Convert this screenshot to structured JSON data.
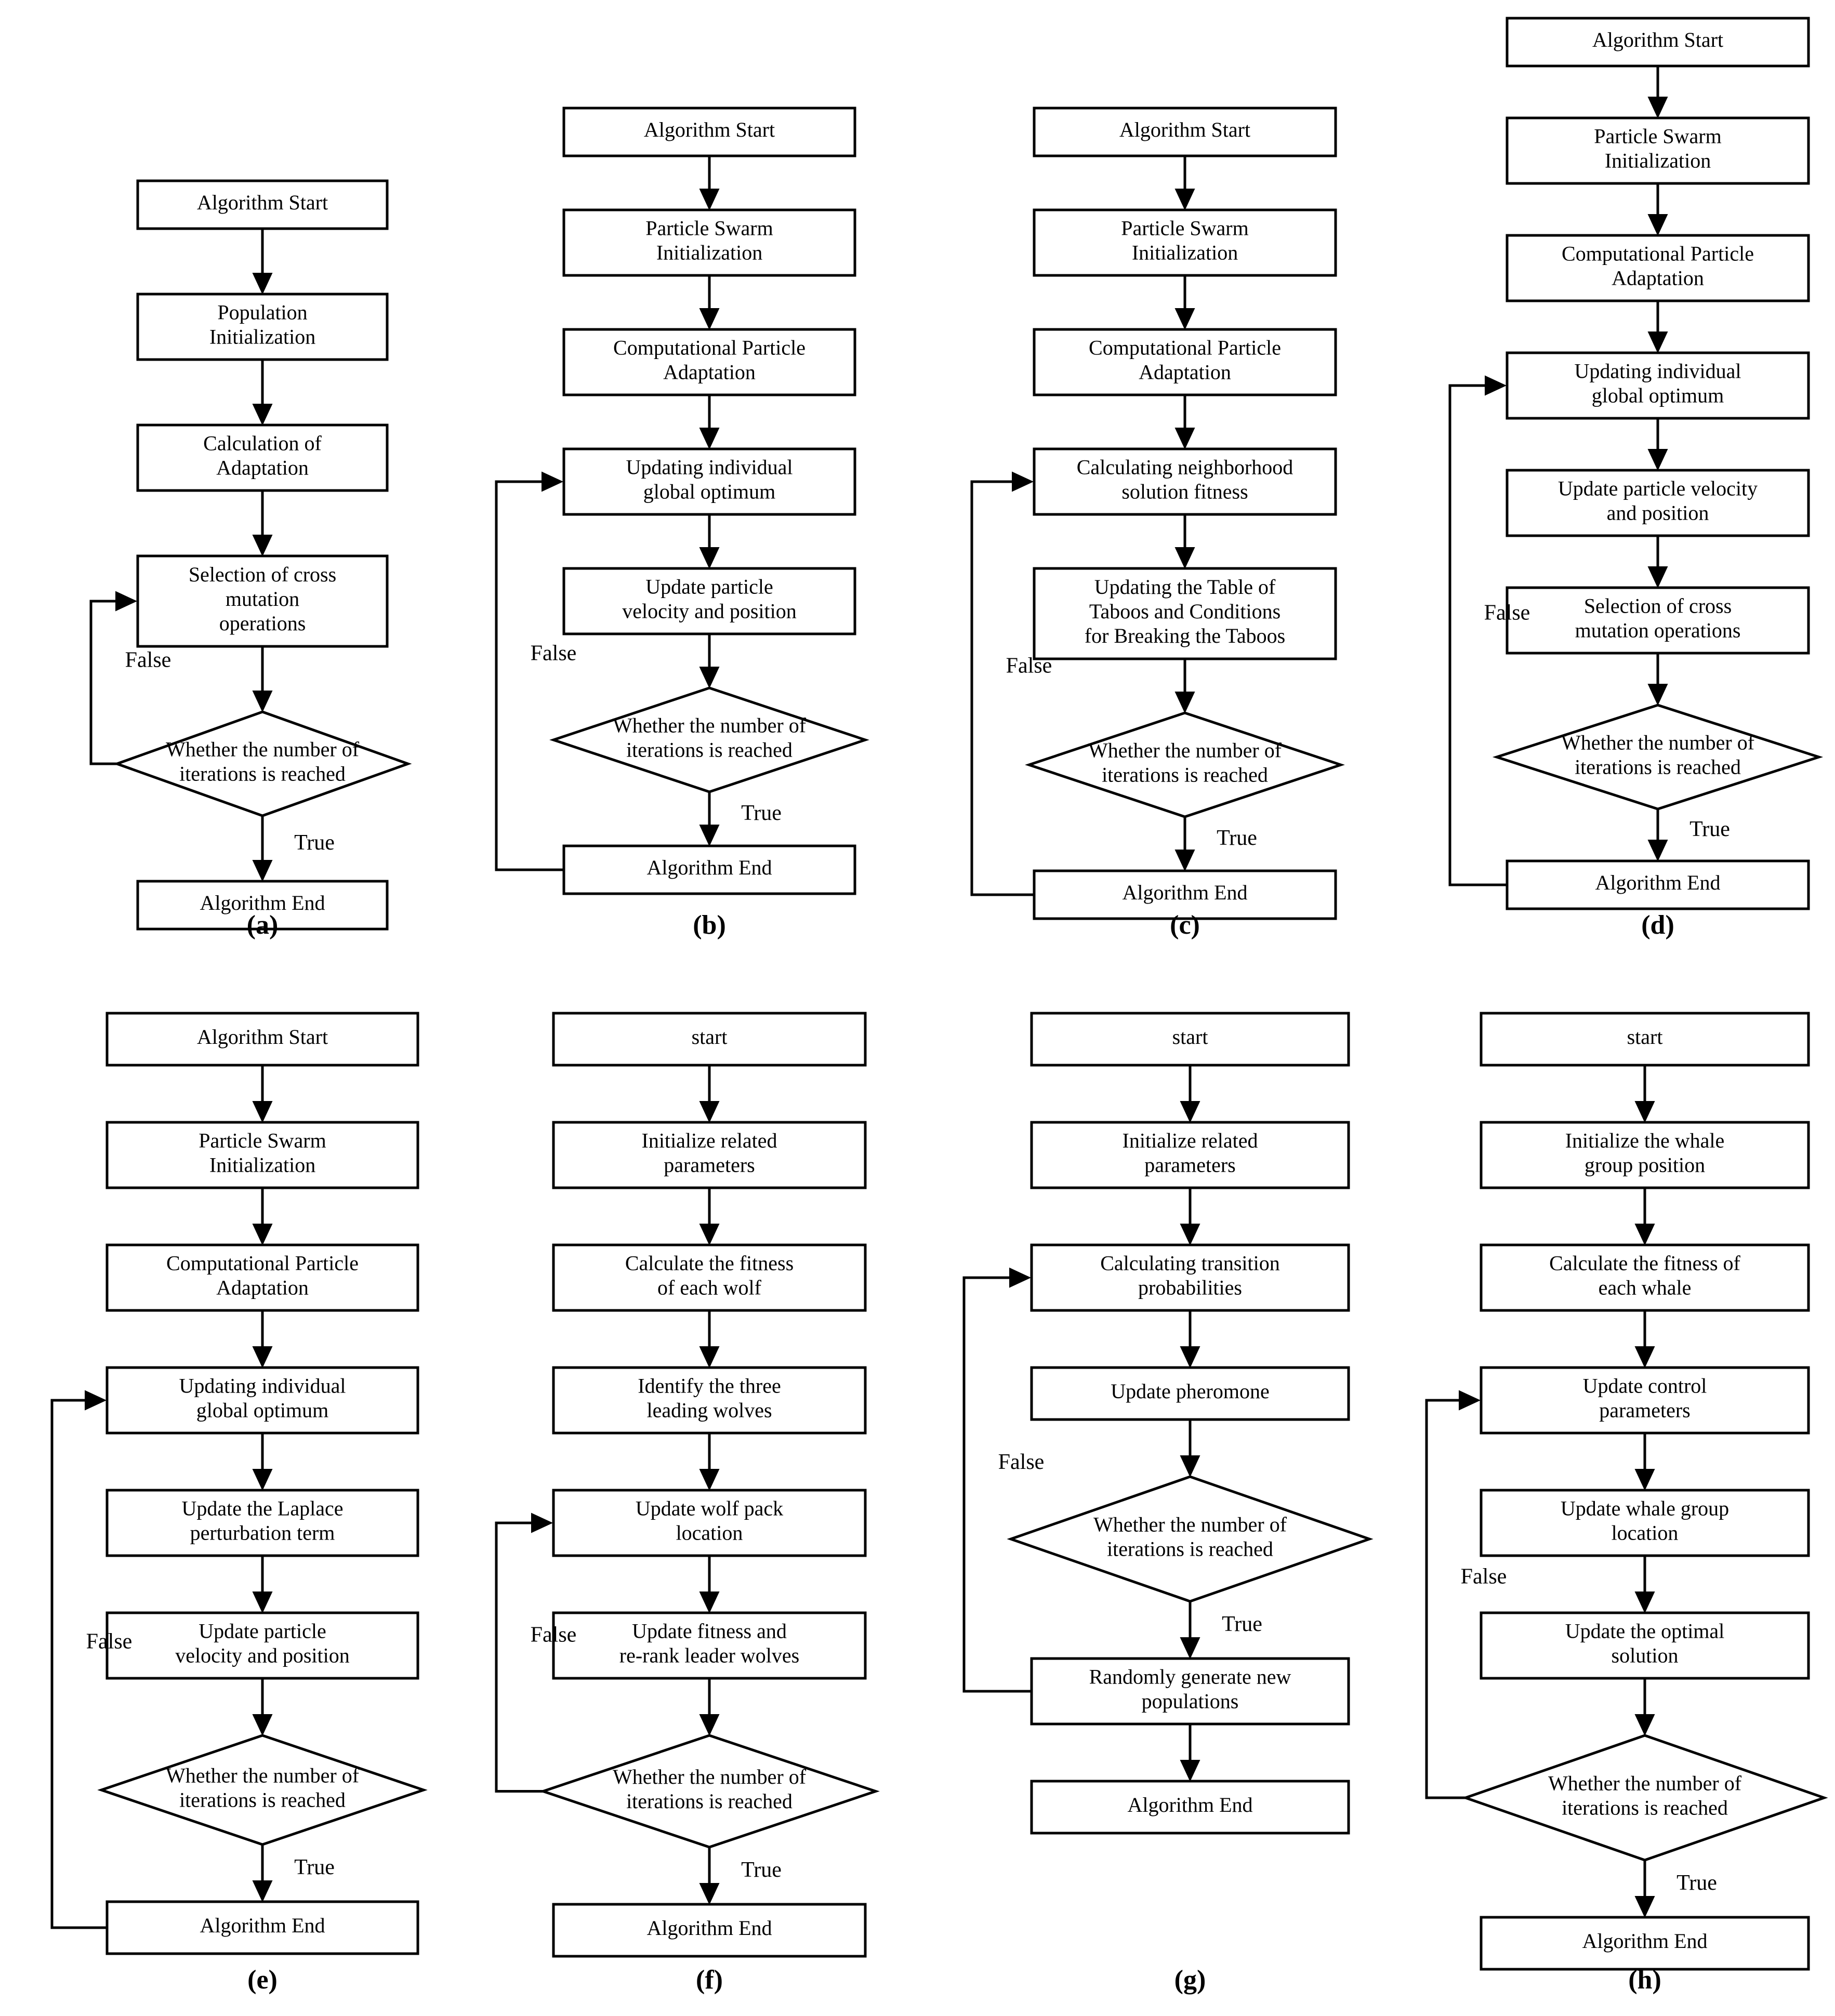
{
  "figure": {
    "type": "flowchart-grid",
    "rows": 2,
    "columns": 4,
    "arrow_labels": {
      "false": "False",
      "true": "True"
    },
    "panels": [
      {
        "id": "a",
        "caption": "(a)",
        "nodes": [
          {
            "kind": "process",
            "label": "Algorithm Start"
          },
          {
            "kind": "process",
            "label": "Population Initialization"
          },
          {
            "kind": "process",
            "label": "Calculation of Adaptation"
          },
          {
            "kind": "process",
            "label": "Selection of cross mutation operations"
          },
          {
            "kind": "decision",
            "label": "Whether the number of iterations is reached"
          },
          {
            "kind": "process",
            "label": "Algorithm End"
          }
        ],
        "loop": {
          "from": "decision-left",
          "to": "Selection of cross mutation operations",
          "label": "False"
        },
        "true_label": "True"
      },
      {
        "id": "b",
        "caption": "(b)",
        "nodes": [
          {
            "kind": "process",
            "label": "Algorithm Start"
          },
          {
            "kind": "process",
            "label": "Particle Swarm Initialization"
          },
          {
            "kind": "process",
            "label": "Computational Particle Adaptation"
          },
          {
            "kind": "process",
            "label": "Updating individual global optimum"
          },
          {
            "kind": "process",
            "label": "Update particle velocity and position"
          },
          {
            "kind": "decision",
            "label": "Whether the number of iterations is reached"
          },
          {
            "kind": "process",
            "label": "Algorithm End"
          }
        ],
        "loop": {
          "from": "end-left",
          "to": "Updating individual global optimum",
          "label": "False"
        },
        "true_label": "True"
      },
      {
        "id": "c",
        "caption": "(c)",
        "nodes": [
          {
            "kind": "process",
            "label": "Algorithm Start"
          },
          {
            "kind": "process",
            "label": "Particle Swarm Initialization"
          },
          {
            "kind": "process",
            "label": "Computational Particle Adaptation"
          },
          {
            "kind": "process",
            "label": "Calculating neighborhood solution fitness"
          },
          {
            "kind": "process",
            "label": "Updating the Table of Taboos and Conditions for Breaking the Taboos"
          },
          {
            "kind": "decision",
            "label": "Whether the number of iterations is reached"
          },
          {
            "kind": "process",
            "label": "Algorithm End"
          }
        ],
        "loop": {
          "from": "end-left",
          "to": "Calculating neighborhood solution fitness",
          "label": "False"
        },
        "true_label": "True"
      },
      {
        "id": "d",
        "caption": "(d)",
        "nodes": [
          {
            "kind": "process",
            "label": "Algorithm Start"
          },
          {
            "kind": "process",
            "label": "Particle Swarm Initialization"
          },
          {
            "kind": "process",
            "label": "Computational Particle Adaptation"
          },
          {
            "kind": "process",
            "label": "Updating individual global optimum"
          },
          {
            "kind": "process",
            "label": "Update particle velocity and position"
          },
          {
            "kind": "process",
            "label": "Selection of cross mutation operations"
          },
          {
            "kind": "decision",
            "label": "Whether the number of iterations is reached"
          },
          {
            "kind": "process",
            "label": "Algorithm End"
          }
        ],
        "loop": {
          "from": "end-left",
          "to": "Updating individual global optimum",
          "label": "False"
        },
        "true_label": "True"
      },
      {
        "id": "e",
        "caption": "(e)",
        "nodes": [
          {
            "kind": "process",
            "label": "Algorithm Start"
          },
          {
            "kind": "process",
            "label": "Particle Swarm Initialization"
          },
          {
            "kind": "process",
            "label": "Computational Particle Adaptation"
          },
          {
            "kind": "process",
            "label": "Updating individual global optimum"
          },
          {
            "kind": "process",
            "label": "Update the Laplace perturbation term"
          },
          {
            "kind": "process",
            "label": "Update particle velocity and position"
          },
          {
            "kind": "decision",
            "label": "Whether the number of iterations is reached"
          },
          {
            "kind": "process",
            "label": "Algorithm End"
          }
        ],
        "loop": {
          "from": "end-left",
          "to": "Updating individual global optimum",
          "label": "False"
        },
        "true_label": "True"
      },
      {
        "id": "f",
        "caption": "(f)",
        "nodes": [
          {
            "kind": "process",
            "label": "start"
          },
          {
            "kind": "process",
            "label": "Initialize related parameters"
          },
          {
            "kind": "process",
            "label": "Calculate the fitness of each wolf"
          },
          {
            "kind": "process",
            "label": "Identify the three leading wolves"
          },
          {
            "kind": "process",
            "label": "Update wolf pack location"
          },
          {
            "kind": "process",
            "label": "Update fitness and re-rank leader wolves"
          },
          {
            "kind": "decision",
            "label": "Whether the number of iterations is reached"
          },
          {
            "kind": "process",
            "label": "Algorithm End"
          }
        ],
        "loop": {
          "from": "decision-left",
          "to": "Update wolf pack location",
          "label": "False"
        },
        "true_label": "True"
      },
      {
        "id": "g",
        "caption": "(g)",
        "nodes": [
          {
            "kind": "process",
            "label": "start"
          },
          {
            "kind": "process",
            "label": "Initialize related parameters"
          },
          {
            "kind": "process",
            "label": "Calculating transition probabilities"
          },
          {
            "kind": "process",
            "label": "Update pheromone"
          },
          {
            "kind": "decision",
            "label": "Whether the number of iterations is reached"
          },
          {
            "kind": "process",
            "label": "Randomly generate new populations"
          },
          {
            "kind": "process",
            "label": "Algorithm End"
          }
        ],
        "loop": {
          "from": "populations-left",
          "to": "Calculating transition probabilities",
          "label": "False"
        },
        "true_label": "True"
      },
      {
        "id": "h",
        "caption": "(h)",
        "nodes": [
          {
            "kind": "process",
            "label": "start"
          },
          {
            "kind": "process",
            "label": "Initialize the whale group position"
          },
          {
            "kind": "process",
            "label": "Calculate the fitness of each whale"
          },
          {
            "kind": "process",
            "label": "Update control parameters"
          },
          {
            "kind": "process",
            "label": "Update whale group location"
          },
          {
            "kind": "process",
            "label": "Update the optimal solution"
          },
          {
            "kind": "decision",
            "label": "Whether the number of iterations is reached"
          },
          {
            "kind": "process",
            "label": "Algorithm End"
          }
        ],
        "loop": {
          "from": "decision-left",
          "to": "Update control parameters",
          "label": "False"
        },
        "true_label": "True"
      }
    ]
  }
}
